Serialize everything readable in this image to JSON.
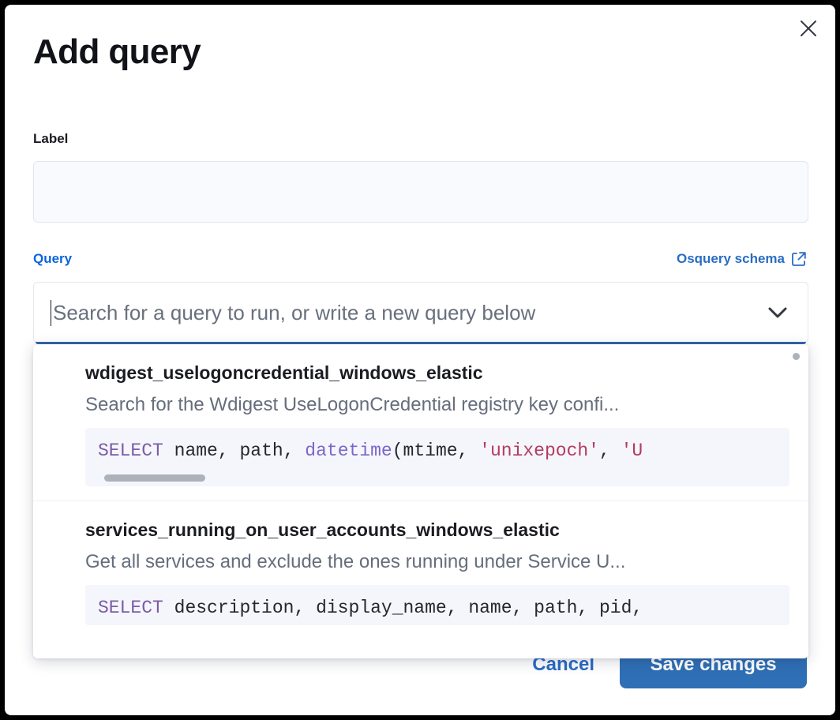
{
  "modal": {
    "title": "Add query",
    "close_icon": "close-icon"
  },
  "label_field": {
    "label": "Label",
    "value": "",
    "placeholder": ""
  },
  "query_field": {
    "label": "Query",
    "schema_link": "Osquery schema",
    "schema_link_icon": "external-link-icon",
    "placeholder": "Search for a query to run, or write a new query below",
    "value": "",
    "chevron_icon": "chevron-down-icon"
  },
  "dropdown": {
    "options": [
      {
        "title": "wdigest_uselogoncredential_windows_elastic",
        "description": "Search for the Wdigest UseLogonCredential registry key confi...",
        "code_tokens": [
          {
            "t": "SELECT",
            "c": "kw"
          },
          {
            "t": " ",
            "c": "pn"
          },
          {
            "t": "name",
            "c": "id"
          },
          {
            "t": ", ",
            "c": "pn"
          },
          {
            "t": "path",
            "c": "id"
          },
          {
            "t": ", ",
            "c": "pn"
          },
          {
            "t": "datetime",
            "c": "fn"
          },
          {
            "t": "(",
            "c": "pn"
          },
          {
            "t": "mtime",
            "c": "id"
          },
          {
            "t": ", ",
            "c": "pn"
          },
          {
            "t": "'unixepoch'",
            "c": "str"
          },
          {
            "t": ", ",
            "c": "pn"
          },
          {
            "t": "'U",
            "c": "str"
          }
        ],
        "has_code_scrollbar": true
      },
      {
        "title": "services_running_on_user_accounts_windows_elastic",
        "description": "Get all services and exclude the ones running under Service U...",
        "code_tokens": [
          {
            "t": "SELECT",
            "c": "kw"
          },
          {
            "t": " ",
            "c": "pn"
          },
          {
            "t": "description",
            "c": "id"
          },
          {
            "t": ", ",
            "c": "pn"
          },
          {
            "t": "display_name",
            "c": "id"
          },
          {
            "t": ", ",
            "c": "pn"
          },
          {
            "t": "name",
            "c": "id"
          },
          {
            "t": ", ",
            "c": "pn"
          },
          {
            "t": "path",
            "c": "id"
          },
          {
            "t": ", ",
            "c": "pn"
          },
          {
            "t": "pid",
            "c": "id"
          },
          {
            "t": ",",
            "c": "pn"
          }
        ],
        "has_code_scrollbar": false
      }
    ]
  },
  "footer": {
    "cancel_label": "Cancel",
    "save_label": "Save changes"
  },
  "colors": {
    "accent_blue": "#2a6cc4",
    "link_blue": "#0b64dd",
    "save_button_bg": "#2f6fb5",
    "code_bg": "#f5f6fb",
    "keyword_purple": "#7b5ba8",
    "string_red": "#b33b5e"
  }
}
